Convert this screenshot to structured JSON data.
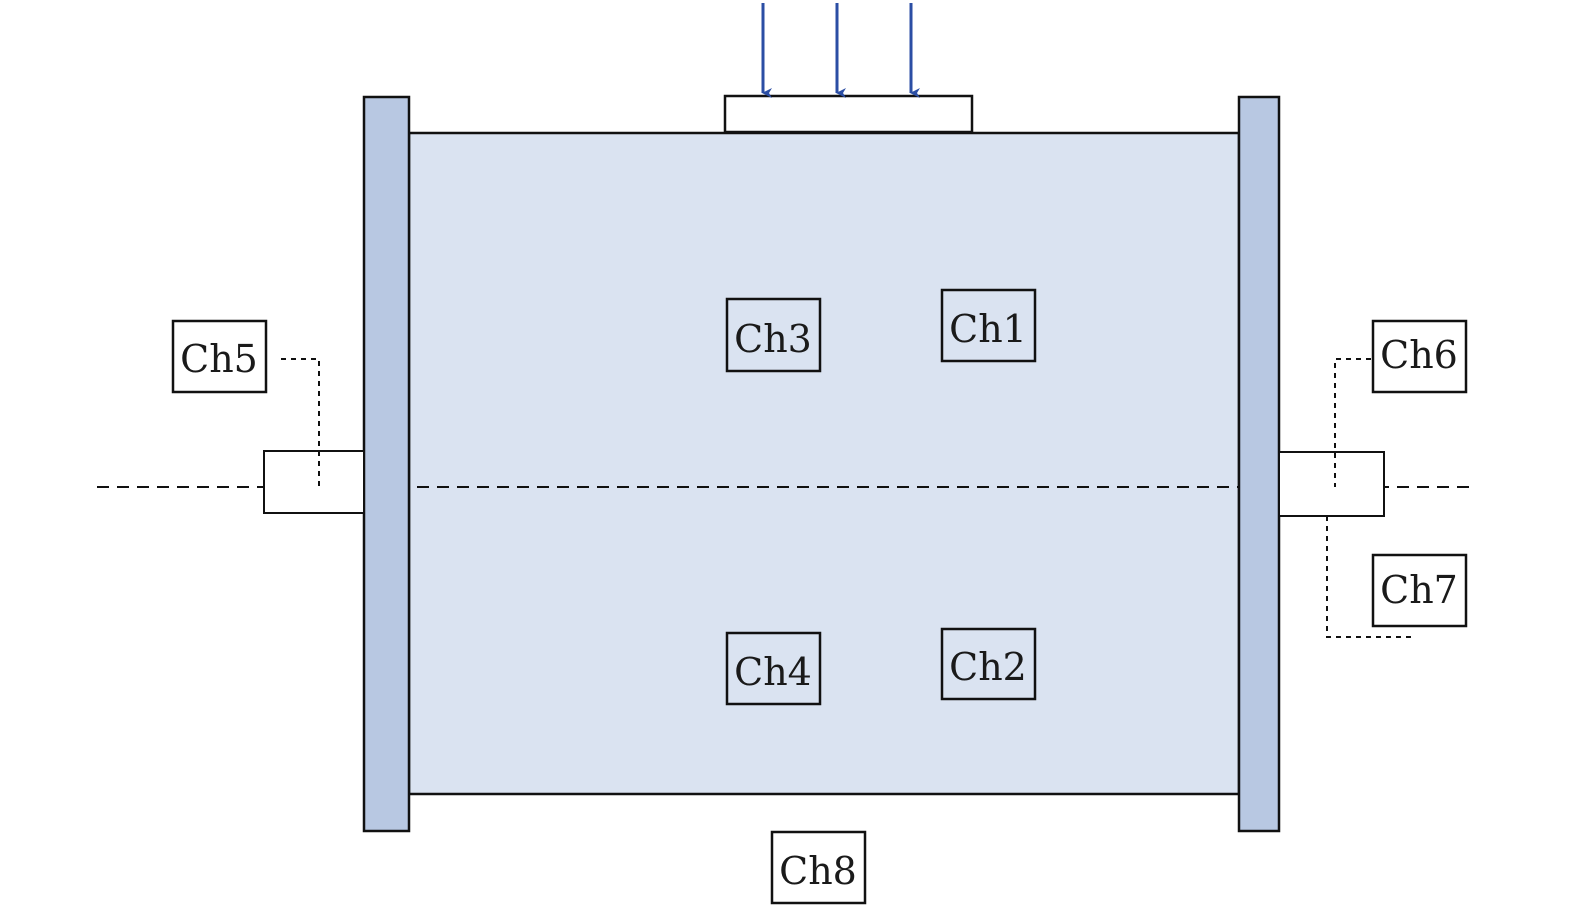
{
  "colors": {
    "panel_fill": "#dae3f1",
    "plate_fill": "#b8c8e2",
    "load_arrow": "#2b4ea4",
    "stroke": "#111111"
  },
  "channels": {
    "ch1": "Ch1",
    "ch2": "Ch2",
    "ch3": "Ch3",
    "ch4": "Ch4",
    "ch5": "Ch5",
    "ch6": "Ch6",
    "ch7": "Ch7",
    "ch8": "Ch8"
  }
}
